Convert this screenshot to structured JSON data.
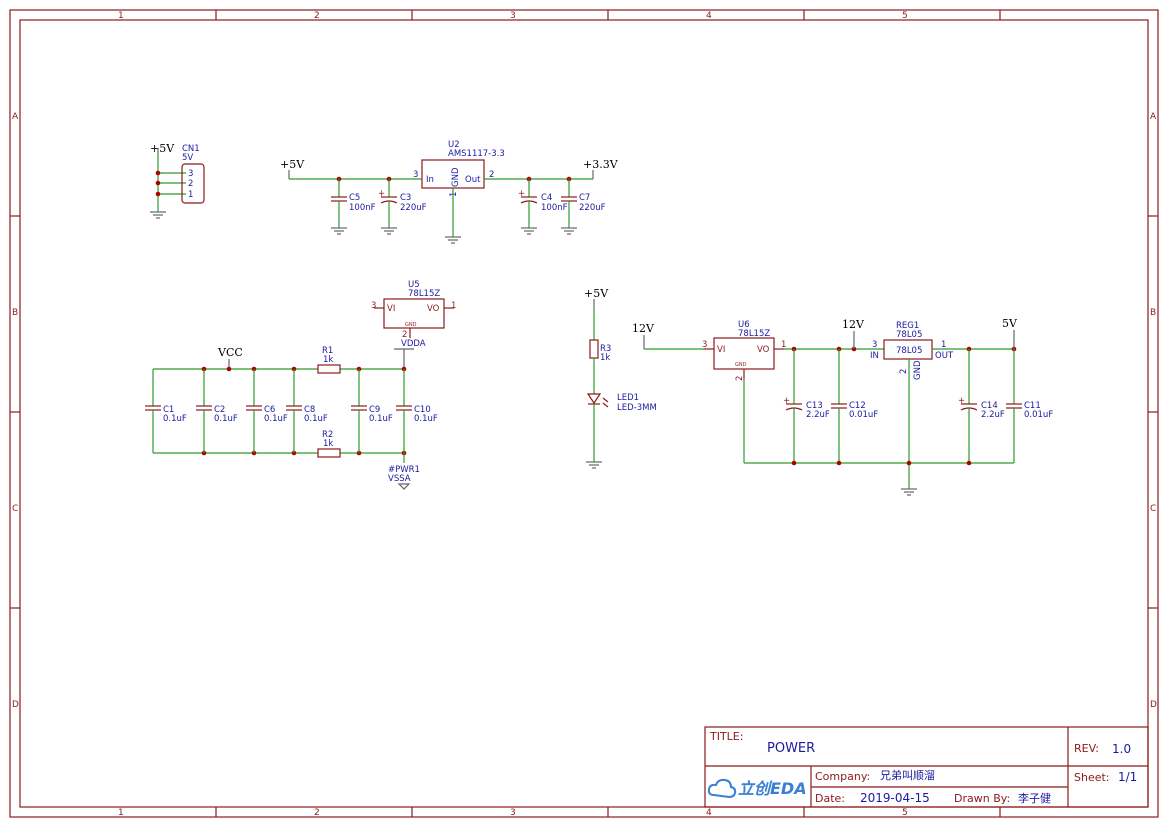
{
  "border": {
    "cols": [
      "1",
      "2",
      "3",
      "4",
      "5"
    ],
    "rows": [
      "A",
      "B",
      "C",
      "D"
    ]
  },
  "title_block": {
    "title_label": "TITLE:",
    "title": "POWER",
    "rev_label": "REV:",
    "rev": "1.0",
    "company_label": "Company:",
    "company": "兄弟叫顺溜",
    "sheet_label": "Sheet:",
    "sheet": "1/1",
    "date_label": "Date:",
    "date": "2019-04-15",
    "drawn_label": "Drawn By:",
    "drawn": "李子健",
    "logo": "立创EDA"
  },
  "nets": {
    "p5v": "+5V",
    "p33v": "+3.3V",
    "vcc": "VCC",
    "v12": "12V",
    "v5": "5V",
    "vdda": "VDDA",
    "pwr1": "#PWR1",
    "vssa": "VSSA"
  },
  "parts": {
    "cn1": {
      "ref": "CN1",
      "value": "5V",
      "pins": [
        "3",
        "2",
        "1"
      ]
    },
    "u2": {
      "ref": "U2",
      "value": "AMS1117-3.3",
      "in": "In",
      "out": "Out",
      "gnd": "GND",
      "pin_in": "3",
      "pin_out": "2",
      "pin_gnd": "1"
    },
    "c5": {
      "ref": "C5",
      "value": "100nF"
    },
    "c3": {
      "ref": "C3",
      "value": "220uF"
    },
    "c4": {
      "ref": "C4",
      "value": "100nF"
    },
    "c7": {
      "ref": "C7",
      "value": "220uF"
    },
    "u5": {
      "ref": "U5",
      "value": "78L15Z",
      "vi": "VI",
      "vo": "VO",
      "gnd": "GND",
      "p3": "3",
      "p1": "1",
      "p2": "2"
    },
    "r1": {
      "ref": "R1",
      "value": "1k"
    },
    "r2": {
      "ref": "R2",
      "value": "1k"
    },
    "c1": {
      "ref": "C1",
      "value": "0.1uF"
    },
    "c2": {
      "ref": "C2",
      "value": "0.1uF"
    },
    "c6": {
      "ref": "C6",
      "value": "0.1uF"
    },
    "c8": {
      "ref": "C8",
      "value": "0.1uF"
    },
    "c9": {
      "ref": "C9",
      "value": "0.1uF"
    },
    "c10": {
      "ref": "C10",
      "value": "0.1uF"
    },
    "r3": {
      "ref": "R3",
      "value": "1k"
    },
    "led1": {
      "ref": "LED1",
      "value": "LED-3MM"
    },
    "u6": {
      "ref": "U6",
      "value": "78L15Z",
      "vi": "VI",
      "vo": "VO",
      "gnd": "GND",
      "p3": "3",
      "p1": "1",
      "p2": "2"
    },
    "reg1": {
      "ref": "REG1",
      "value": "78L05",
      "in": "IN",
      "out": "OUT",
      "gnd": "GND",
      "body": "78L05",
      "p3": "3",
      "p1": "1",
      "p2": "2"
    },
    "c13": {
      "ref": "C13",
      "value": "2.2uF"
    },
    "c12": {
      "ref": "C12",
      "value": "0.01uF"
    },
    "c14": {
      "ref": "C14",
      "value": "2.2uF"
    },
    "c11": {
      "ref": "C11",
      "value": "0.01uF"
    }
  }
}
